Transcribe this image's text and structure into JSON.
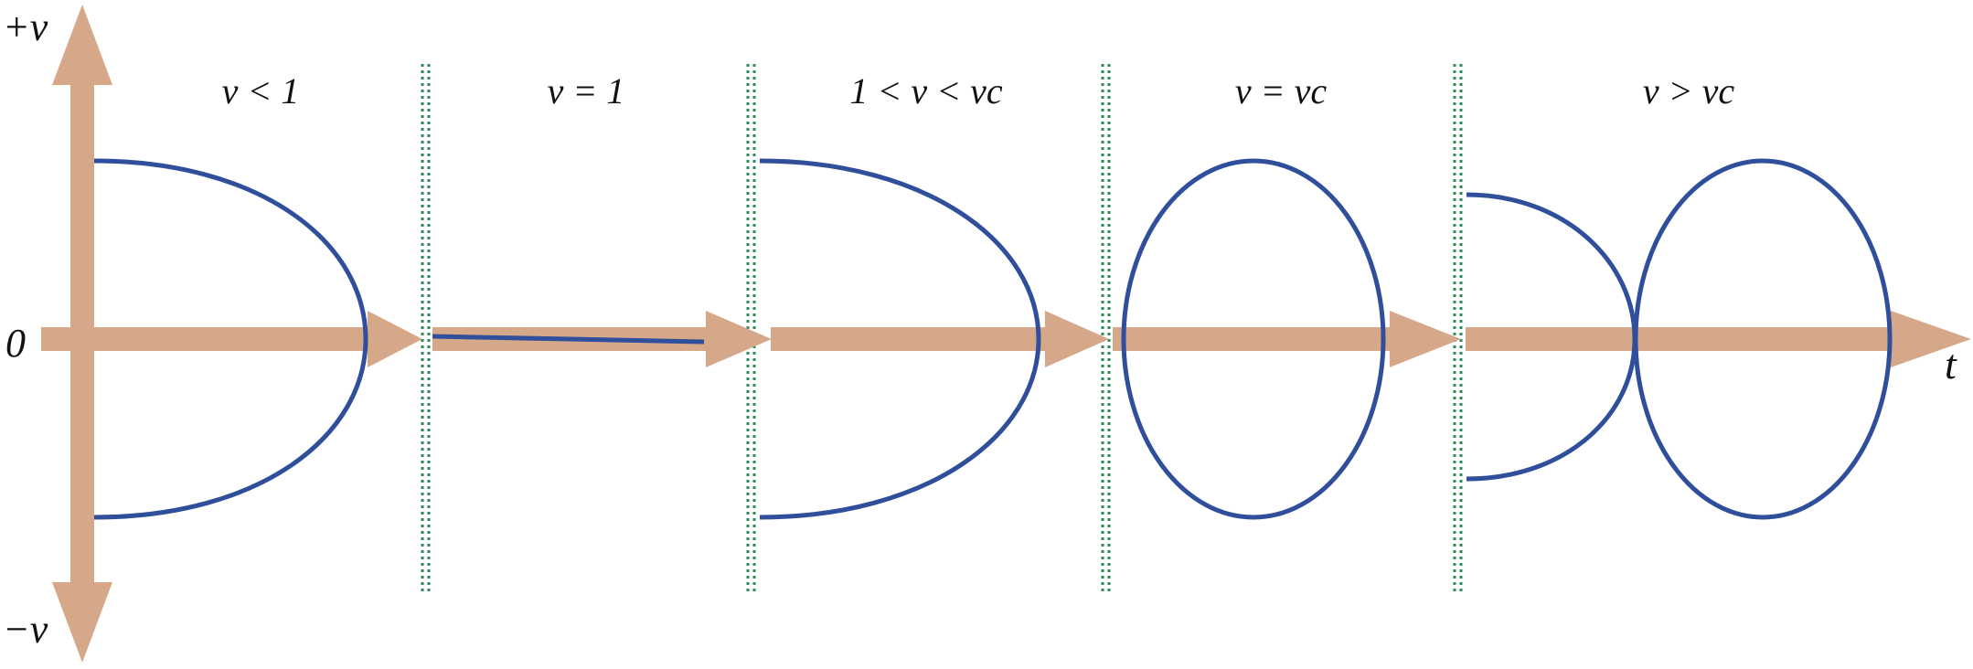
{
  "axes": {
    "y_top_label": "+v",
    "y_bottom_label": "−v",
    "origin_label": "0",
    "x_label": "t"
  },
  "panels": [
    {
      "id": "nu-less-1",
      "label": "ν < 1"
    },
    {
      "id": "nu-equal-1",
      "label": "ν = 1"
    },
    {
      "id": "nu-between",
      "label": "1 < ν < νc"
    },
    {
      "id": "nu-equal-nuc",
      "label": "ν = νc"
    },
    {
      "id": "nu-greater-nuc",
      "label": "ν > νc"
    }
  ],
  "colors": {
    "axis": "#d6a88a",
    "curve": "#2f4f9b",
    "separator": "#2e8b57",
    "text": "#111111"
  }
}
